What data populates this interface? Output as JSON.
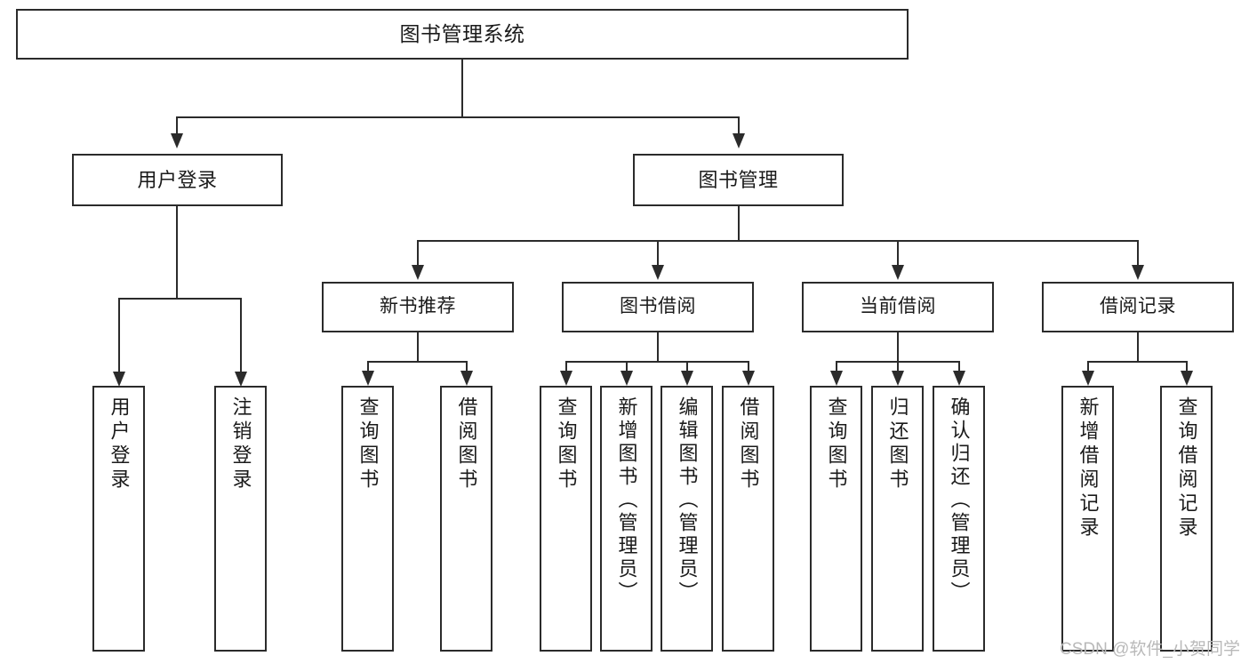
{
  "diagram": {
    "title": "图书管理系统",
    "type": "tree-hierarchy",
    "orientation": "top-down",
    "box_fill": "#ffffff",
    "box_stroke": "#2b2b2b",
    "text_color": "#1a1a1a"
  },
  "root": {
    "label": "图书管理系统"
  },
  "level1": [
    {
      "label": "用户登录"
    },
    {
      "label": "图书管理"
    }
  ],
  "level2": [
    {
      "label": "新书推荐"
    },
    {
      "label": "图书借阅"
    },
    {
      "label": "当前借阅"
    },
    {
      "label": "借阅记录"
    }
  ],
  "leaves": {
    "user_login": [
      {
        "label": "用户登录"
      },
      {
        "label": "注销登录"
      }
    ],
    "new_book_recommend": [
      {
        "label": "查询图书"
      },
      {
        "label": "借阅图书"
      }
    ],
    "book_borrow": [
      {
        "label": "查询图书"
      },
      {
        "label": "新增图书（管理员）"
      },
      {
        "label": "编辑图书（管理员）"
      },
      {
        "label": "借阅图书"
      }
    ],
    "current_borrow": [
      {
        "label": "查询图书"
      },
      {
        "label": "归还图书"
      },
      {
        "label": "确认归还（管理员）"
      }
    ],
    "borrow_record": [
      {
        "label": "新增借阅记录"
      },
      {
        "label": "查询借阅记录"
      }
    ]
  },
  "watermark": {
    "text": "CSDN @软件_小贺同学",
    "color": "#b9b9b9"
  },
  "chart_data": {
    "type": "table",
    "title": "图书管理系统",
    "nodes": [
      {
        "level": 0,
        "label": "图书管理系统",
        "parent": null
      },
      {
        "level": 1,
        "label": "用户登录",
        "parent": "图书管理系统"
      },
      {
        "level": 1,
        "label": "图书管理",
        "parent": "图书管理系统"
      },
      {
        "level": 2,
        "label": "用户登录",
        "parent": "用户登录"
      },
      {
        "level": 2,
        "label": "注销登录",
        "parent": "用户登录"
      },
      {
        "level": 2,
        "label": "新书推荐",
        "parent": "图书管理"
      },
      {
        "level": 2,
        "label": "图书借阅",
        "parent": "图书管理"
      },
      {
        "level": 2,
        "label": "当前借阅",
        "parent": "图书管理"
      },
      {
        "level": 2,
        "label": "借阅记录",
        "parent": "图书管理"
      },
      {
        "level": 3,
        "label": "查询图书",
        "parent": "新书推荐"
      },
      {
        "level": 3,
        "label": "借阅图书",
        "parent": "新书推荐"
      },
      {
        "level": 3,
        "label": "查询图书",
        "parent": "图书借阅"
      },
      {
        "level": 3,
        "label": "新增图书（管理员）",
        "parent": "图书借阅"
      },
      {
        "level": 3,
        "label": "编辑图书（管理员）",
        "parent": "图书借阅"
      },
      {
        "level": 3,
        "label": "借阅图书",
        "parent": "图书借阅"
      },
      {
        "level": 3,
        "label": "查询图书",
        "parent": "当前借阅"
      },
      {
        "level": 3,
        "label": "归还图书",
        "parent": "当前借阅"
      },
      {
        "level": 3,
        "label": "确认归还（管理员）",
        "parent": "当前借阅"
      },
      {
        "level": 3,
        "label": "新增借阅记录",
        "parent": "借阅记录"
      },
      {
        "level": 3,
        "label": "查询借阅记录",
        "parent": "借阅记录"
      }
    ]
  }
}
